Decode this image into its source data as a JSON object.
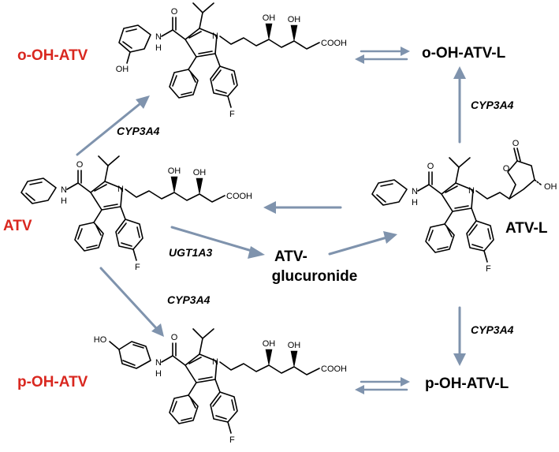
{
  "compounds": {
    "o_oh_atv": "o-OH-ATV",
    "atv": "ATV",
    "p_oh_atv": "p-OH-ATV",
    "o_oh_atv_l": "o-OH-ATV-L",
    "atv_l": "ATV-L",
    "p_oh_atv_l": "p-OH-ATV-L",
    "glucuronide_line1": "ATV-",
    "glucuronide_line2": "glucuronide"
  },
  "enzymes": {
    "atv_to_o_oh": "CYP3A4",
    "atv_to_p_oh": "CYP3A4",
    "atv_to_gluc": "UGT1A3",
    "atvl_to_o_ohl": "CYP3A4",
    "atvl_to_p_ohl": "CYP3A4"
  },
  "atoms": {
    "O": "O",
    "OH": "OH",
    "HO": "HO",
    "N": "N",
    "H": "H",
    "F": "F",
    "COOH": "COOH"
  },
  "colors": {
    "label_red": "#d9271f",
    "arrow": "#7f93ad"
  }
}
